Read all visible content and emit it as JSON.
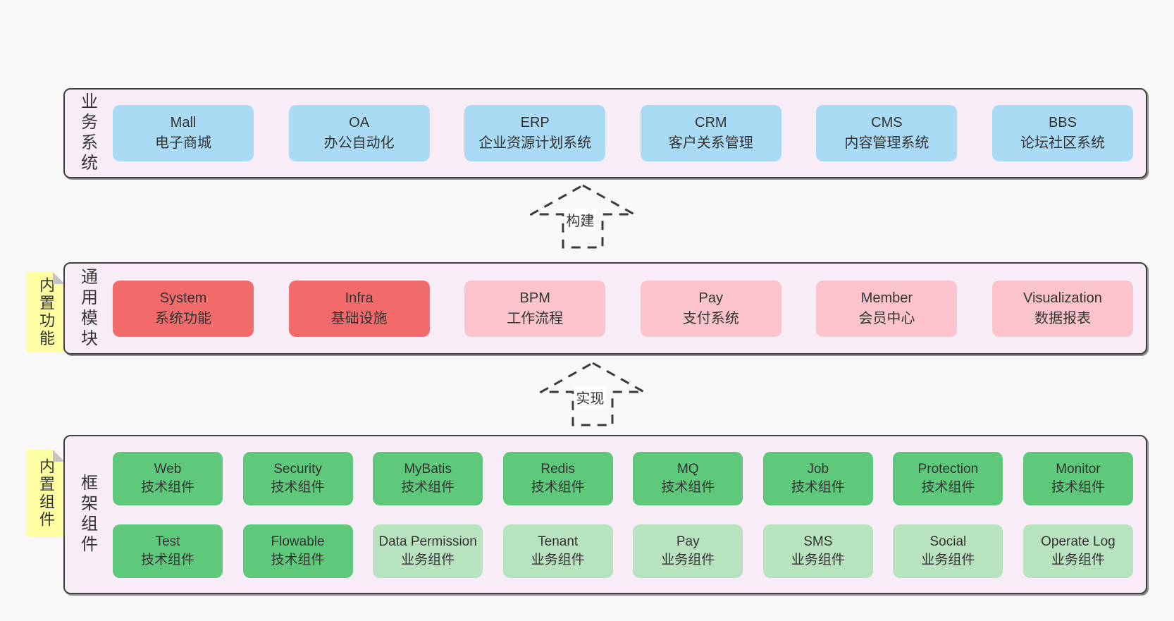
{
  "palette": {
    "page_bg": "#f8f8f8",
    "container_fill": "#f8edf6",
    "container_border": "#404040",
    "blue_node": "#a9dbf5",
    "red_node": "#f16b6b",
    "pink_node": "#fbc4cd",
    "green_node": "#5ec97a",
    "light_green_node": "#b7e3bf",
    "sticky_yellow": "#feffa2",
    "text": "#333333"
  },
  "arrows": [
    {
      "label": "构建"
    },
    {
      "label": "实现"
    }
  ],
  "stickies": [
    {
      "label": "内置功能"
    },
    {
      "label": "内置组件"
    }
  ],
  "layers": [
    {
      "side_label": "业务系统",
      "rows": [
        {
          "boxes": [
            {
              "name": "Mall",
              "desc": "电子商城",
              "variant": "blue"
            },
            {
              "name": "OA",
              "desc": "办公自动化",
              "variant": "blue"
            },
            {
              "name": "ERP",
              "desc": "企业资源计划系统",
              "variant": "blue"
            },
            {
              "name": "CRM",
              "desc": "客户关系管理",
              "variant": "blue"
            },
            {
              "name": "CMS",
              "desc": "内容管理系统",
              "variant": "blue"
            },
            {
              "name": "BBS",
              "desc": "论坛社区系统",
              "variant": "blue"
            }
          ]
        }
      ]
    },
    {
      "side_label": "通用模块",
      "rows": [
        {
          "boxes": [
            {
              "name": "System",
              "desc": "系统功能",
              "variant": "red"
            },
            {
              "name": "Infra",
              "desc": "基础设施",
              "variant": "red"
            },
            {
              "name": "BPM",
              "desc": "工作流程",
              "variant": "pink"
            },
            {
              "name": "Pay",
              "desc": "支付系统",
              "variant": "pink"
            },
            {
              "name": "Member",
              "desc": "会员中心",
              "variant": "pink"
            },
            {
              "name": "Visualization",
              "desc": "数据报表",
              "variant": "pink"
            }
          ]
        }
      ]
    },
    {
      "side_label": "框架组件",
      "rows": [
        {
          "boxes": [
            {
              "name": "Web",
              "desc": "技术组件",
              "variant": "green"
            },
            {
              "name": "Security",
              "desc": "技术组件",
              "variant": "green"
            },
            {
              "name": "MyBatis",
              "desc": "技术组件",
              "variant": "green"
            },
            {
              "name": "Redis",
              "desc": "技术组件",
              "variant": "green"
            },
            {
              "name": "MQ",
              "desc": "技术组件",
              "variant": "green"
            },
            {
              "name": "Job",
              "desc": "技术组件",
              "variant": "green"
            },
            {
              "name": "Protection",
              "desc": "技术组件",
              "variant": "green"
            },
            {
              "name": "Monitor",
              "desc": "技术组件",
              "variant": "green"
            }
          ]
        },
        {
          "boxes": [
            {
              "name": "Test",
              "desc": "技术组件",
              "variant": "green"
            },
            {
              "name": "Flowable",
              "desc": "技术组件",
              "variant": "green"
            },
            {
              "name": "Data Permission",
              "desc": "业务组件",
              "variant": "green-light"
            },
            {
              "name": "Tenant",
              "desc": "业务组件",
              "variant": "green-light"
            },
            {
              "name": "Pay",
              "desc": "业务组件",
              "variant": "green-light"
            },
            {
              "name": "SMS",
              "desc": "业务组件",
              "variant": "green-light"
            },
            {
              "name": "Social",
              "desc": "业务组件",
              "variant": "green-light"
            },
            {
              "name": "Operate Log",
              "desc": "业务组件",
              "variant": "green-light"
            }
          ]
        }
      ]
    }
  ]
}
